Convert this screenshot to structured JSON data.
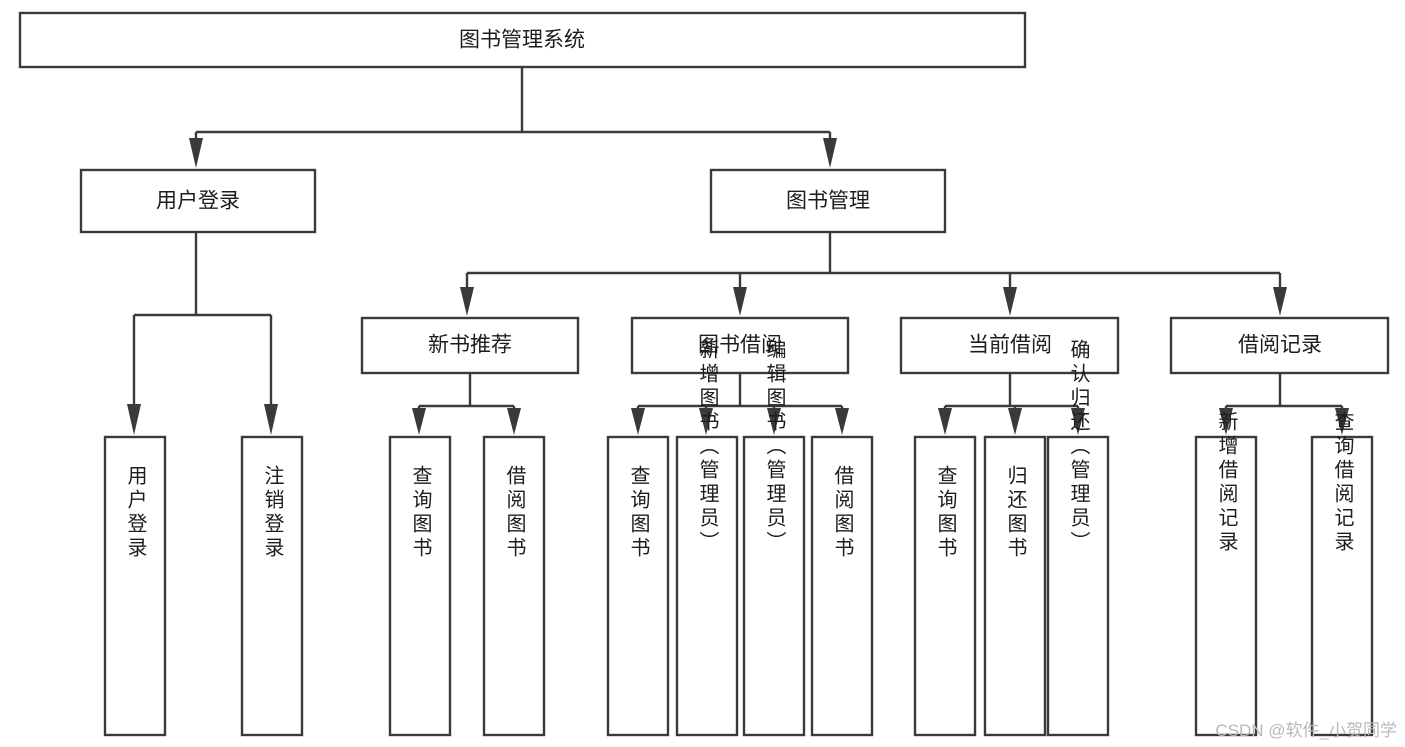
{
  "diagram": {
    "type": "tree-hierarchy-chart",
    "title": "图书管理系统",
    "stroke_color": "#3a3a3a",
    "fill_color": "#ffffff",
    "text_color": "#1d1d1d",
    "levels": [
      {
        "level": 0,
        "nodes": [
          {
            "id": "root",
            "label": "图书管理系统",
            "orientation": "horizontal"
          }
        ]
      },
      {
        "level": 1,
        "nodes": [
          {
            "id": "user_login",
            "label": "用户登录",
            "orientation": "horizontal",
            "parent": "root"
          },
          {
            "id": "book_mgmt",
            "label": "图书管理",
            "orientation": "horizontal",
            "parent": "root"
          }
        ]
      },
      {
        "level": 2,
        "nodes": [
          {
            "id": "new_book_rec",
            "label": "新书推荐",
            "orientation": "horizontal",
            "parent": "book_mgmt"
          },
          {
            "id": "book_borrow",
            "label": "图书借阅",
            "orientation": "horizontal",
            "parent": "book_mgmt"
          },
          {
            "id": "current_borrow",
            "label": "当前借阅",
            "orientation": "horizontal",
            "parent": "book_mgmt"
          },
          {
            "id": "borrow_record",
            "label": "借阅记录",
            "orientation": "horizontal",
            "parent": "book_mgmt"
          }
        ]
      },
      {
        "level": 3,
        "nodes": [
          {
            "id": "leaf_user_login",
            "label": "用户登录",
            "orientation": "vertical",
            "parent": "user_login"
          },
          {
            "id": "leaf_logout",
            "label": "注销登录",
            "orientation": "vertical",
            "parent": "user_login"
          },
          {
            "id": "leaf_query_book_1",
            "label": "查询图书",
            "orientation": "vertical",
            "parent": "new_book_rec"
          },
          {
            "id": "leaf_borrow_book_1",
            "label": "借阅图书",
            "orientation": "vertical",
            "parent": "new_book_rec"
          },
          {
            "id": "leaf_query_book_2",
            "label": "查询图书",
            "orientation": "vertical",
            "parent": "book_borrow"
          },
          {
            "id": "leaf_add_book",
            "label": "新增图书（管理员）",
            "orientation": "vertical",
            "parent": "book_borrow"
          },
          {
            "id": "leaf_edit_book",
            "label": "编辑图书（管理员）",
            "orientation": "vertical",
            "parent": "book_borrow"
          },
          {
            "id": "leaf_borrow_book_2",
            "label": "借阅图书",
            "orientation": "vertical",
            "parent": "book_borrow"
          },
          {
            "id": "leaf_query_book_3",
            "label": "查询图书",
            "orientation": "vertical",
            "parent": "current_borrow"
          },
          {
            "id": "leaf_return_book",
            "label": "归还图书",
            "orientation": "vertical",
            "parent": "current_borrow"
          },
          {
            "id": "leaf_confirm_return",
            "label": "确认归还（管理员）",
            "orientation": "vertical",
            "parent": "current_borrow"
          },
          {
            "id": "leaf_add_record",
            "label": "新增借阅记录",
            "orientation": "vertical",
            "parent": "borrow_record"
          },
          {
            "id": "leaf_query_record",
            "label": "查询借阅记录",
            "orientation": "vertical",
            "parent": "borrow_record"
          }
        ]
      }
    ]
  },
  "watermark": {
    "text": "CSDN @软件_小贺同学"
  }
}
